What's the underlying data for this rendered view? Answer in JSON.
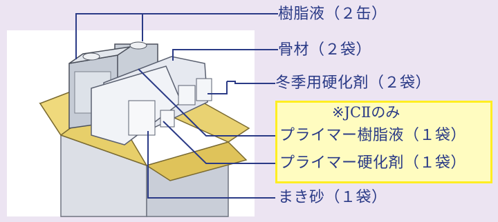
{
  "labels": {
    "resin": "樹脂液（２缶）",
    "aggregate": "骨材（２袋）",
    "winter_hardener": "冬季用硬化剤（２袋）",
    "note": "※JCⅡのみ",
    "primer_resin": "プライマー樹脂液（１袋）",
    "primer_hardener": "プライマー硬化剤（１袋）",
    "sand": "まき砂（１袋）"
  },
  "colors": {
    "background": "#ece4f2",
    "text": "#2a3a86",
    "leader_line": "#2a3a86",
    "highlight_fill": "#fffcc0",
    "highlight_border": "#ffee22",
    "box_cardboard": "#e0e4ea",
    "flap": "#d8b84a"
  }
}
